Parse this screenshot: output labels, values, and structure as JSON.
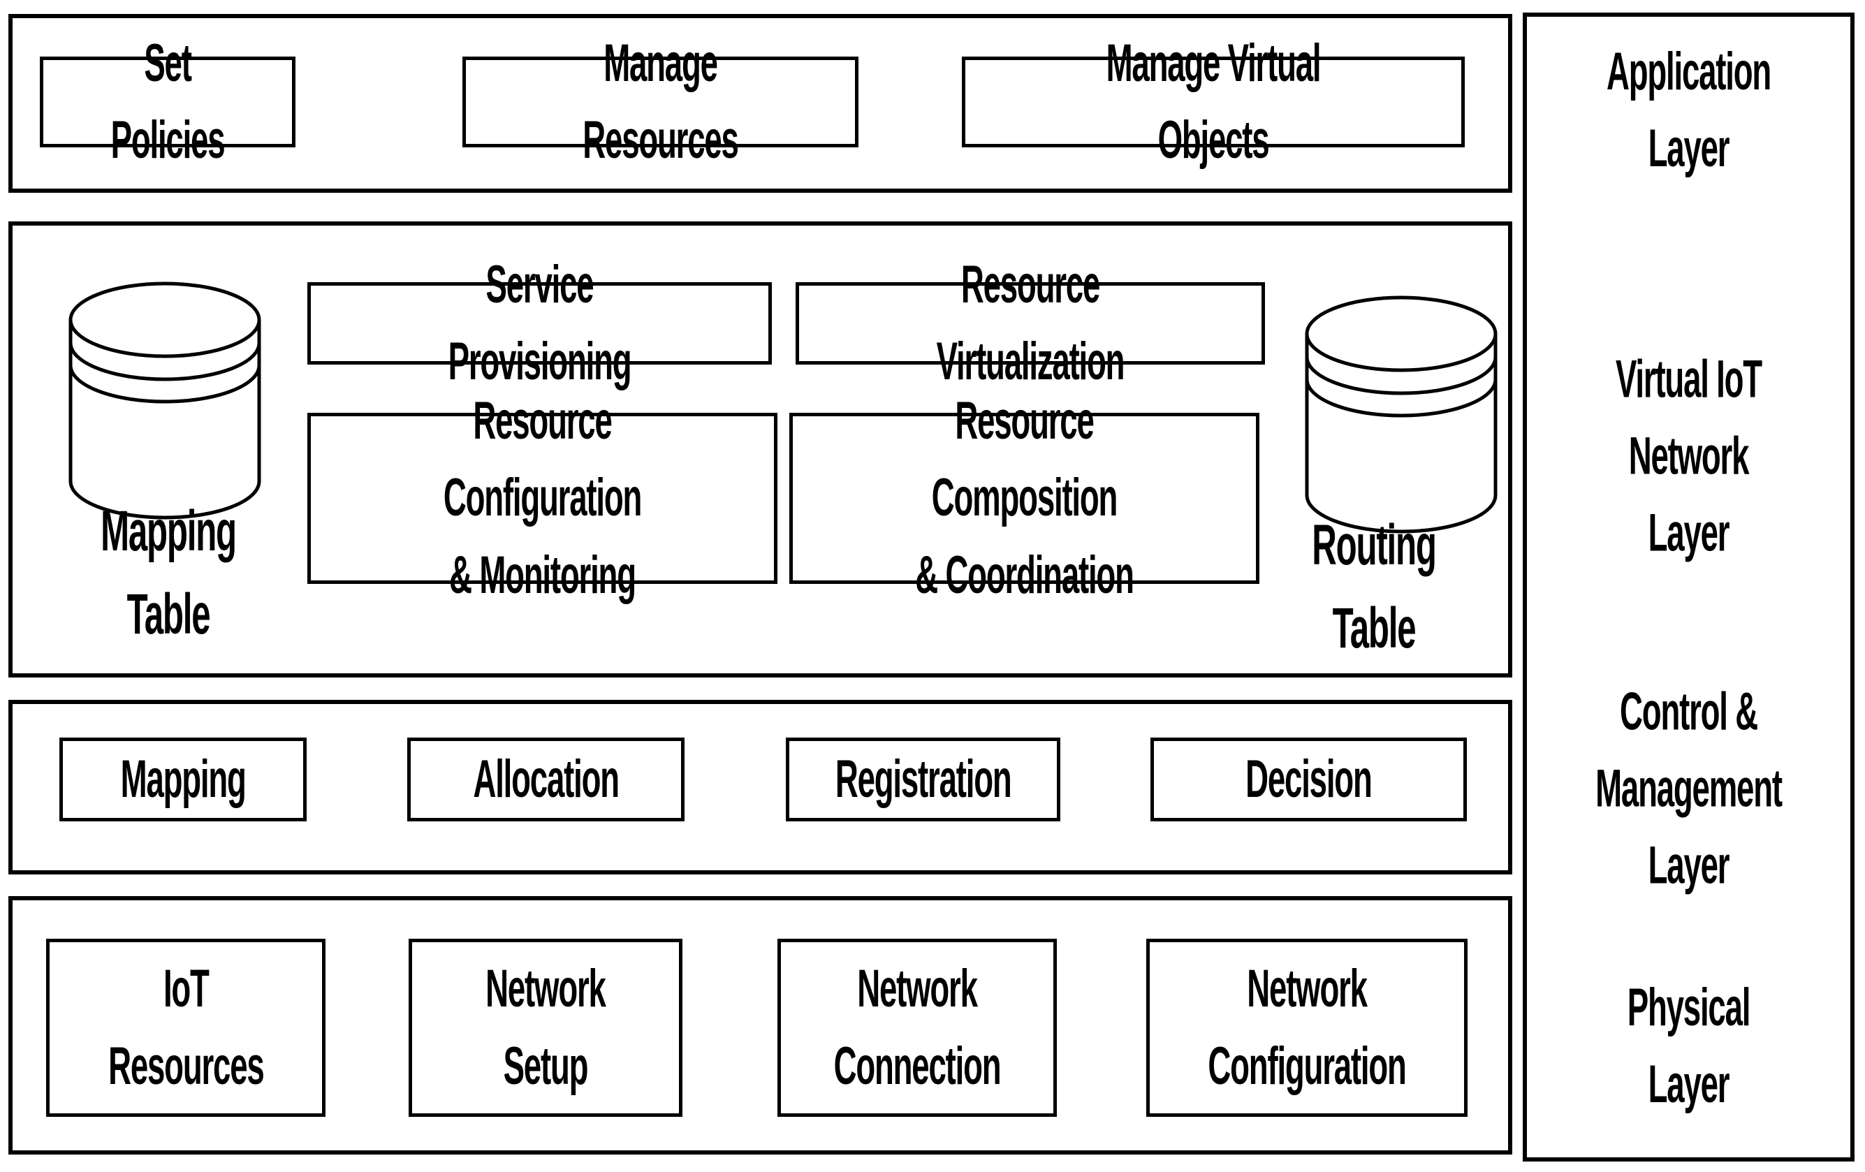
{
  "diagram_title": "Virtual IoT Network Architecture",
  "colors": {
    "line": "#000000",
    "background": "#ffffff",
    "text": "#000000"
  },
  "application_layer": {
    "label": "Application Layer",
    "boxes": {
      "set_policies": "Set Policies",
      "manage_resources": "Manage Resources",
      "manage_virtual_objects": "Manage Virtual Objects"
    }
  },
  "virtual_iot_layer": {
    "label": "Virtual IoT\nNetwork Layer",
    "boxes": {
      "service_provisioning": "Service Provisioning",
      "resource_virtualization": "Resource Virtualization",
      "resource_configuration": "Resource Configuration\n& Monitoring",
      "resource_composition": "Resource Composition\n& Coordination"
    },
    "databases": {
      "mapping_table": "Mapping Table",
      "routing_table": "Routing Table"
    }
  },
  "control_layer": {
    "label": "Control &\nManagement Layer",
    "boxes": {
      "mapping": "Mapping",
      "allocation": "Allocation",
      "registration": "Registration",
      "decision": "Decision"
    }
  },
  "physical_layer": {
    "label": "Physical Layer",
    "boxes": {
      "iot_resources": "IoT\nResources",
      "network_setup": "Network\nSetup",
      "network_connection": "Network\nConnection",
      "network_configuration": "Network\nConfiguration"
    }
  }
}
